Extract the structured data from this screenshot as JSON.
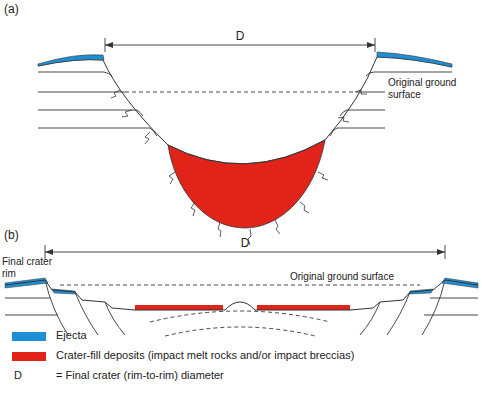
{
  "diagram": {
    "labels": [
      "(a)",
      "D",
      "Original ground surface",
      "(b)",
      "Final crater rim",
      "D",
      "Original ground surface",
      "D",
      "= Final crater (rim-to-rim) diameter"
    ],
    "legend": [
      {
        "text": "Ejecta",
        "color": "#1e8fd5"
      },
      {
        "text": "Crater-fill deposits (impact melt rocks and/or impact breccias)",
        "color": "#e2231a"
      }
    ]
  }
}
